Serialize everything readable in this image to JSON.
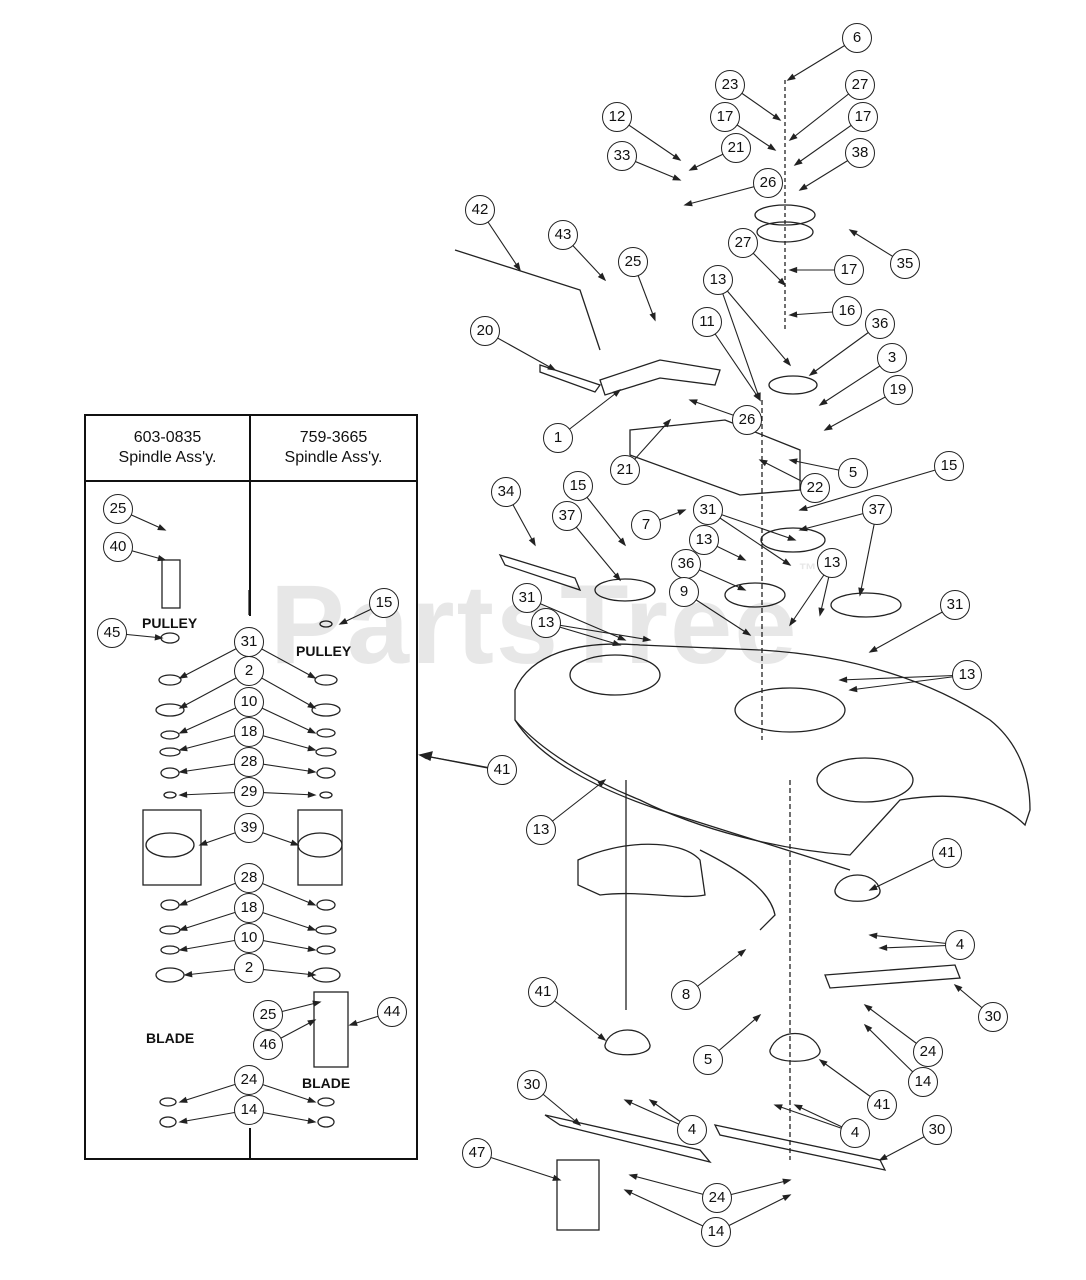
{
  "watermark": {
    "text": "PartsTree",
    "trademark": "™"
  },
  "spindle_table": {
    "columns": [
      {
        "part_number": "603-0835",
        "name": "Spindle Ass'y."
      },
      {
        "part_number": "759-3665",
        "name": "Spindle Ass'y."
      }
    ],
    "left_labels": {
      "pulley": "PULLEY",
      "blade": "BLADE"
    },
    "right_labels": {
      "pulley": "PULLEY",
      "blade": "BLADE"
    }
  },
  "callouts": [
    {
      "id": "c6",
      "label": "6"
    },
    {
      "id": "c23",
      "label": "23"
    },
    {
      "id": "c27a",
      "label": "27"
    },
    {
      "id": "c12",
      "label": "12"
    },
    {
      "id": "c17a",
      "label": "17"
    },
    {
      "id": "c17b",
      "label": "17"
    },
    {
      "id": "c21a",
      "label": "21"
    },
    {
      "id": "c33",
      "label": "33"
    },
    {
      "id": "c38",
      "label": "38"
    },
    {
      "id": "c26a",
      "label": "26"
    },
    {
      "id": "c42",
      "label": "42"
    },
    {
      "id": "c43",
      "label": "43"
    },
    {
      "id": "c25a",
      "label": "25"
    },
    {
      "id": "c27b",
      "label": "27"
    },
    {
      "id": "c17c",
      "label": "17"
    },
    {
      "id": "c35",
      "label": "35"
    },
    {
      "id": "c13a",
      "label": "13"
    },
    {
      "id": "c16",
      "label": "16"
    },
    {
      "id": "c20",
      "label": "20"
    },
    {
      "id": "c11",
      "label": "11"
    },
    {
      "id": "c36a",
      "label": "36"
    },
    {
      "id": "c3",
      "label": "3"
    },
    {
      "id": "c19",
      "label": "19"
    },
    {
      "id": "c1",
      "label": "1"
    },
    {
      "id": "c26b",
      "label": "26"
    },
    {
      "id": "c5a",
      "label": "5"
    },
    {
      "id": "c21b",
      "label": "21"
    },
    {
      "id": "c22",
      "label": "22"
    },
    {
      "id": "c15a",
      "label": "15"
    },
    {
      "id": "c34",
      "label": "34"
    },
    {
      "id": "c15b",
      "label": "15"
    },
    {
      "id": "c37a",
      "label": "37"
    },
    {
      "id": "c7",
      "label": "7"
    },
    {
      "id": "c31a",
      "label": "31"
    },
    {
      "id": "c37b",
      "label": "37"
    },
    {
      "id": "c13b",
      "label": "13"
    },
    {
      "id": "c36b",
      "label": "36"
    },
    {
      "id": "c13c",
      "label": "13"
    },
    {
      "id": "c9",
      "label": "9"
    },
    {
      "id": "c31b",
      "label": "31"
    },
    {
      "id": "c31c",
      "label": "31"
    },
    {
      "id": "c13d",
      "label": "13"
    },
    {
      "id": "c13e",
      "label": "13"
    },
    {
      "id": "c41a",
      "label": "41"
    },
    {
      "id": "c13f",
      "label": "13"
    },
    {
      "id": "c41b",
      "label": "41"
    },
    {
      "id": "c4a",
      "label": "4"
    },
    {
      "id": "c8",
      "label": "8"
    },
    {
      "id": "c30a",
      "label": "30"
    },
    {
      "id": "c41c",
      "label": "41"
    },
    {
      "id": "c24a",
      "label": "24"
    },
    {
      "id": "c5b",
      "label": "5"
    },
    {
      "id": "c14a",
      "label": "14"
    },
    {
      "id": "c30b",
      "label": "30"
    },
    {
      "id": "c4b",
      "label": "4"
    },
    {
      "id": "c41d",
      "label": "41"
    },
    {
      "id": "c4c",
      "label": "4"
    },
    {
      "id": "c30c",
      "label": "30"
    },
    {
      "id": "c47",
      "label": "47"
    },
    {
      "id": "c24b",
      "label": "24"
    },
    {
      "id": "c14b",
      "label": "14"
    },
    {
      "id": "s25",
      "label": "25"
    },
    {
      "id": "s40",
      "label": "40"
    },
    {
      "id": "s15",
      "label": "15"
    },
    {
      "id": "s45",
      "label": "45"
    },
    {
      "id": "s31",
      "label": "31"
    },
    {
      "id": "s2a",
      "label": "2"
    },
    {
      "id": "s10a",
      "label": "10"
    },
    {
      "id": "s18a",
      "label": "18"
    },
    {
      "id": "s28a",
      "label": "28"
    },
    {
      "id": "s29",
      "label": "29"
    },
    {
      "id": "s39",
      "label": "39"
    },
    {
      "id": "s28b",
      "label": "28"
    },
    {
      "id": "s18b",
      "label": "18"
    },
    {
      "id": "s10b",
      "label": "10"
    },
    {
      "id": "s2b",
      "label": "2"
    },
    {
      "id": "s25b",
      "label": "25"
    },
    {
      "id": "s44",
      "label": "44"
    },
    {
      "id": "s46",
      "label": "46"
    },
    {
      "id": "s24",
      "label": "24"
    },
    {
      "id": "s14",
      "label": "14"
    }
  ]
}
